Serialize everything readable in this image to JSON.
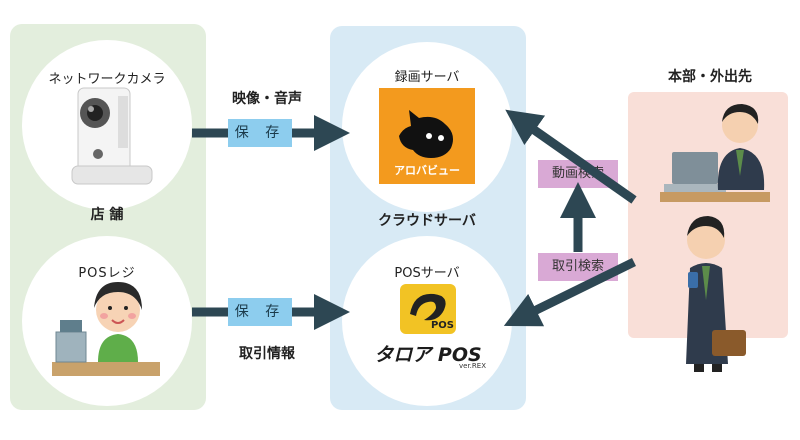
{
  "store": {
    "title": "店 舗",
    "camera_label": "ネットワークカメラ",
    "pos_label": "POSレジ"
  },
  "cloud": {
    "title": "クラウドサーバ",
    "recording_label": "録画サーバ",
    "recording_logo_text": "アロバビュー",
    "pos_server_label": "POSサーバ",
    "pos_logo_badge": "POS",
    "pos_logo_text": "タロア POS",
    "pos_logo_sub": "ver.REX"
  },
  "flows": {
    "video_audio": "映像・音声",
    "save_top": "保 存",
    "save_bottom": "保 存",
    "transaction_info": "取引情報"
  },
  "hq": {
    "title": "本部・外出先",
    "video_search": "動画検索",
    "transaction_search": "取引検索"
  },
  "colors": {
    "arrow": "#2d4753",
    "store_panel": "#e3eedd",
    "cloud_panel": "#d8eaf5",
    "hq_panel": "#f9dfd8",
    "save_tag": "#8dcdee",
    "search_tag": "#d9a9d5",
    "arobaview_orange": "#f39a1e"
  }
}
